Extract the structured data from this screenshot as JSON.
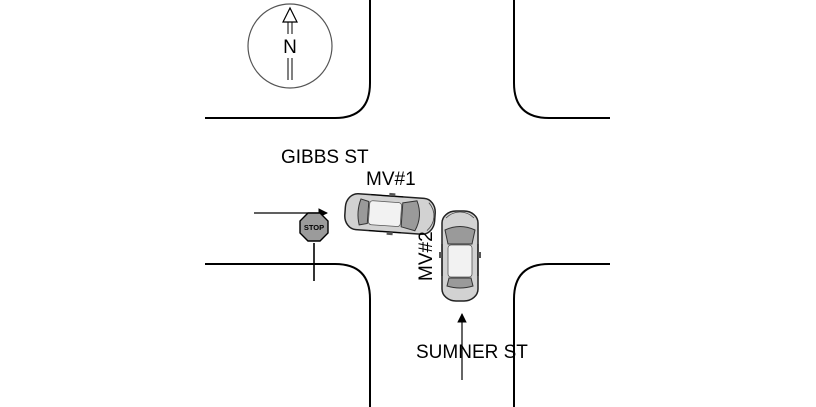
{
  "compass": {
    "letter": "N"
  },
  "streets": {
    "east_west": "GIBBS ST",
    "north_south": "SUMNER ST"
  },
  "vehicles": [
    {
      "label": "MV#1"
    },
    {
      "label": "MV#2"
    }
  ],
  "sign": {
    "text": "STOP"
  },
  "colors": {
    "car_body": "#d2d2d2",
    "car_glass": "#9a9a9a",
    "sign_face": "#9b9b9b",
    "line": "#000000"
  }
}
